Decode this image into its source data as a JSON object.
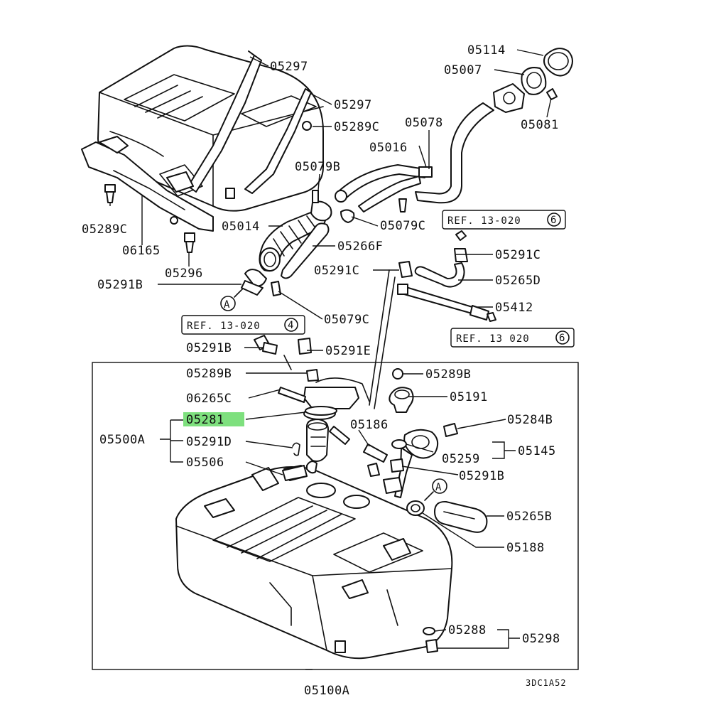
{
  "diagram": {
    "highlight_color": "#7ee07e",
    "labels": {
      "l05297a": "05297",
      "l05297b": "05297",
      "l05289c_top": "05289C",
      "l05078": "05078",
      "l05016": "05016",
      "l05114": "05114",
      "l05007": "05007",
      "l05081": "05081",
      "l05079b": "05079B",
      "l05079c_top": "05079C",
      "l05014": "05014",
      "l05266f": "05266F",
      "l05289c_left": "05289C",
      "l06165": "06165",
      "l05296": "05296",
      "l05291b_a": "05291B",
      "l05291c_right": "05291C",
      "l05291c_mid": "05291C",
      "l05265d": "05265D",
      "l05412": "05412",
      "l05079c_mid": "05079C",
      "l05291b_b": "05291B",
      "l05291e": "05291E",
      "l05289b": "05289B",
      "l05289b_right": "05289B",
      "l06265c": "06265C",
      "l05191": "05191",
      "l05281": "05281",
      "l05284b": "05284B",
      "l05500a": "05500A",
      "l05186": "05186",
      "l05291d": "05291D",
      "l05259": "05259",
      "l05145": "05145",
      "l05506": "05506",
      "l05291b_c": "05291B",
      "l05265b": "05265B",
      "l05188": "05188",
      "l05288": "05288",
      "l05298": "05298",
      "l05100a": "05100A",
      "code": "3DC1A52"
    },
    "refs": {
      "ref_top": "REF. 13-020",
      "ref_top_num": "6",
      "ref_mid": "REF. 13-020",
      "ref_mid_num": "4",
      "ref_bot": "REF. 13 020",
      "ref_bot_num": "6"
    },
    "markers": {
      "a1": "A",
      "a2": "A"
    }
  }
}
